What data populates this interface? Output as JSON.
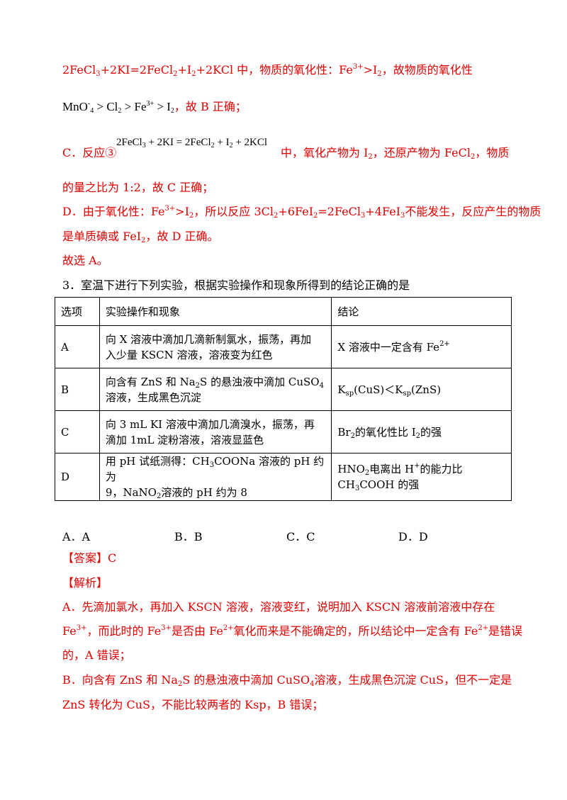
{
  "prev": {
    "line1": {
      "a": "2FeCl",
      "a_sub": "3",
      "b": "+2KI=2FeCl",
      "b_sub": "2",
      "c": "+I",
      "c_sub": "2",
      "d": "+2KCl 中，物质的氧化性：Fe",
      "d_sup": "3+",
      "e": ">I",
      "e_sub": "2",
      "f": "，故物质的氧化性"
    },
    "line2": {
      "m1": "MnO",
      "m1_sup": "-",
      "m1_sub": "4",
      "m2": " > Cl",
      "m2_sub": "2",
      "m3": " > Fe",
      "m3_sup": "3+",
      "m4": " > I",
      "m4_sub": "2",
      "tail": "，故 B 正确；"
    },
    "line3": {
      "pre": "C．反应③",
      "eq": "2FeCl",
      "eq_s1": "3",
      "eq_b": " + 2KI = 2FeCl",
      "eq_s2": "2",
      "eq_c": " + I",
      "eq_s3": "2",
      "eq_d": " + 2KCl",
      "post": "中，氧化产物为 I",
      "post_sub": "2",
      "post2": "，还原产物为 FeCl",
      "post2_sub": "2",
      "post3": "，物质"
    },
    "line4": "的量之比为 1:2，故 C 正确；",
    "line5": {
      "a": "D．由于氧化性：Fe",
      "a_sup": "3+",
      "b": ">I",
      "b_sub": "2",
      "c": "，所以反应 3Cl",
      "c_sub": "2",
      "d": "+6FeI",
      "d_sub": "2",
      "e": "=2FeCl",
      "e_sub": "3",
      "f": "+4FeI",
      "f_sub": "3",
      "g": "不能发生，反应产生的物质"
    },
    "line6": {
      "a": "是单质碘或 FeI",
      "a_sub": "2",
      "b": "，故 D 正确。"
    },
    "line7": "故选 A。"
  },
  "question": {
    "stem": "3．室温下进行下列实验，根据实验操作和现象所得到的结论正确的是",
    "headers": [
      "选项",
      "实验操作和现象",
      "结论"
    ],
    "rows": [
      {
        "opt": "A",
        "op1": "向 X 溶液中滴加几滴新制氯水，振荡，再加",
        "op2": "入少量 KSCN 溶液，溶液变为红色",
        "con1": "X 溶液中一定含有 Fe",
        "con1_sup": "2+"
      },
      {
        "opt": "B",
        "op1a": "向含有 ZnS 和 Na",
        "op1a_sub": "2",
        "op1b": "S 的悬浊液中滴加 CuSO",
        "op1b_sub": "4",
        "op2": "溶液，生成黑色沉淀",
        "con_a": "K",
        "con_a_sub": "sp",
        "con_b": "(CuS)＜K",
        "con_b_sub": "sp",
        "con_c": "(ZnS)"
      },
      {
        "opt": "C",
        "op1": "向 3 mL KI 溶液中滴加几滴溴水，振荡，再",
        "op2": "滴加 1mL 淀粉溶液，溶液显蓝色",
        "con_a": "Br",
        "con_a_sub": "2",
        "con_b": "的氧化性比 I",
        "con_b_sub": "2",
        "con_c": "的强"
      },
      {
        "opt": "D",
        "op1a": "用 pH 试纸测得：CH",
        "op1a_sub": "3",
        "op1b": "COONa 溶液的 pH 约为",
        "op2a": "9，NaNO",
        "op2a_sub": "2",
        "op2b": "溶液的 pH 约为 8",
        "con1a": "HNO",
        "con1a_sub": "2",
        "con1b": "电离出 H",
        "con1b_sup": "+",
        "con1c": "的能力比",
        "con2a": "CH",
        "con2a_sub": "3",
        "con2b": "COOH 的强"
      }
    ],
    "options": [
      "A．A",
      "B．B",
      "C．C",
      "D．D"
    ]
  },
  "answer": {
    "label": "【答案】C"
  },
  "analysis": {
    "label": "【解析】",
    "lineA1": "A．先滴加氯水，再加入 KSCN 溶液，溶液变红，说明加入 KSCN 溶液前溶液中存在",
    "lineA2": {
      "a": "Fe",
      "a_sup": "3+",
      "b": "，而此时的 Fe",
      "b_sup": "3+",
      "c": "是否由 Fe",
      "c_sup": "2+",
      "d": "氧化而来是不能确定的，所以结论中一定含有 Fe",
      "d_sup": "2+",
      "e": "是错误"
    },
    "lineA3": "的，A 错误；",
    "lineB1": {
      "a": "B．向含有 ZnS 和 Na",
      "a_sub": "2",
      "b": "S 的悬浊液中滴加 CuSO",
      "b_sub": "4",
      "c": "溶液，生成黑色沉淀 CuS，但不一定是"
    },
    "lineB2": "ZnS 转化为 CuS，不能比较两者的 Ksp，B 错误；"
  },
  "colors": {
    "red": "#e00000",
    "black": "#000000"
  }
}
